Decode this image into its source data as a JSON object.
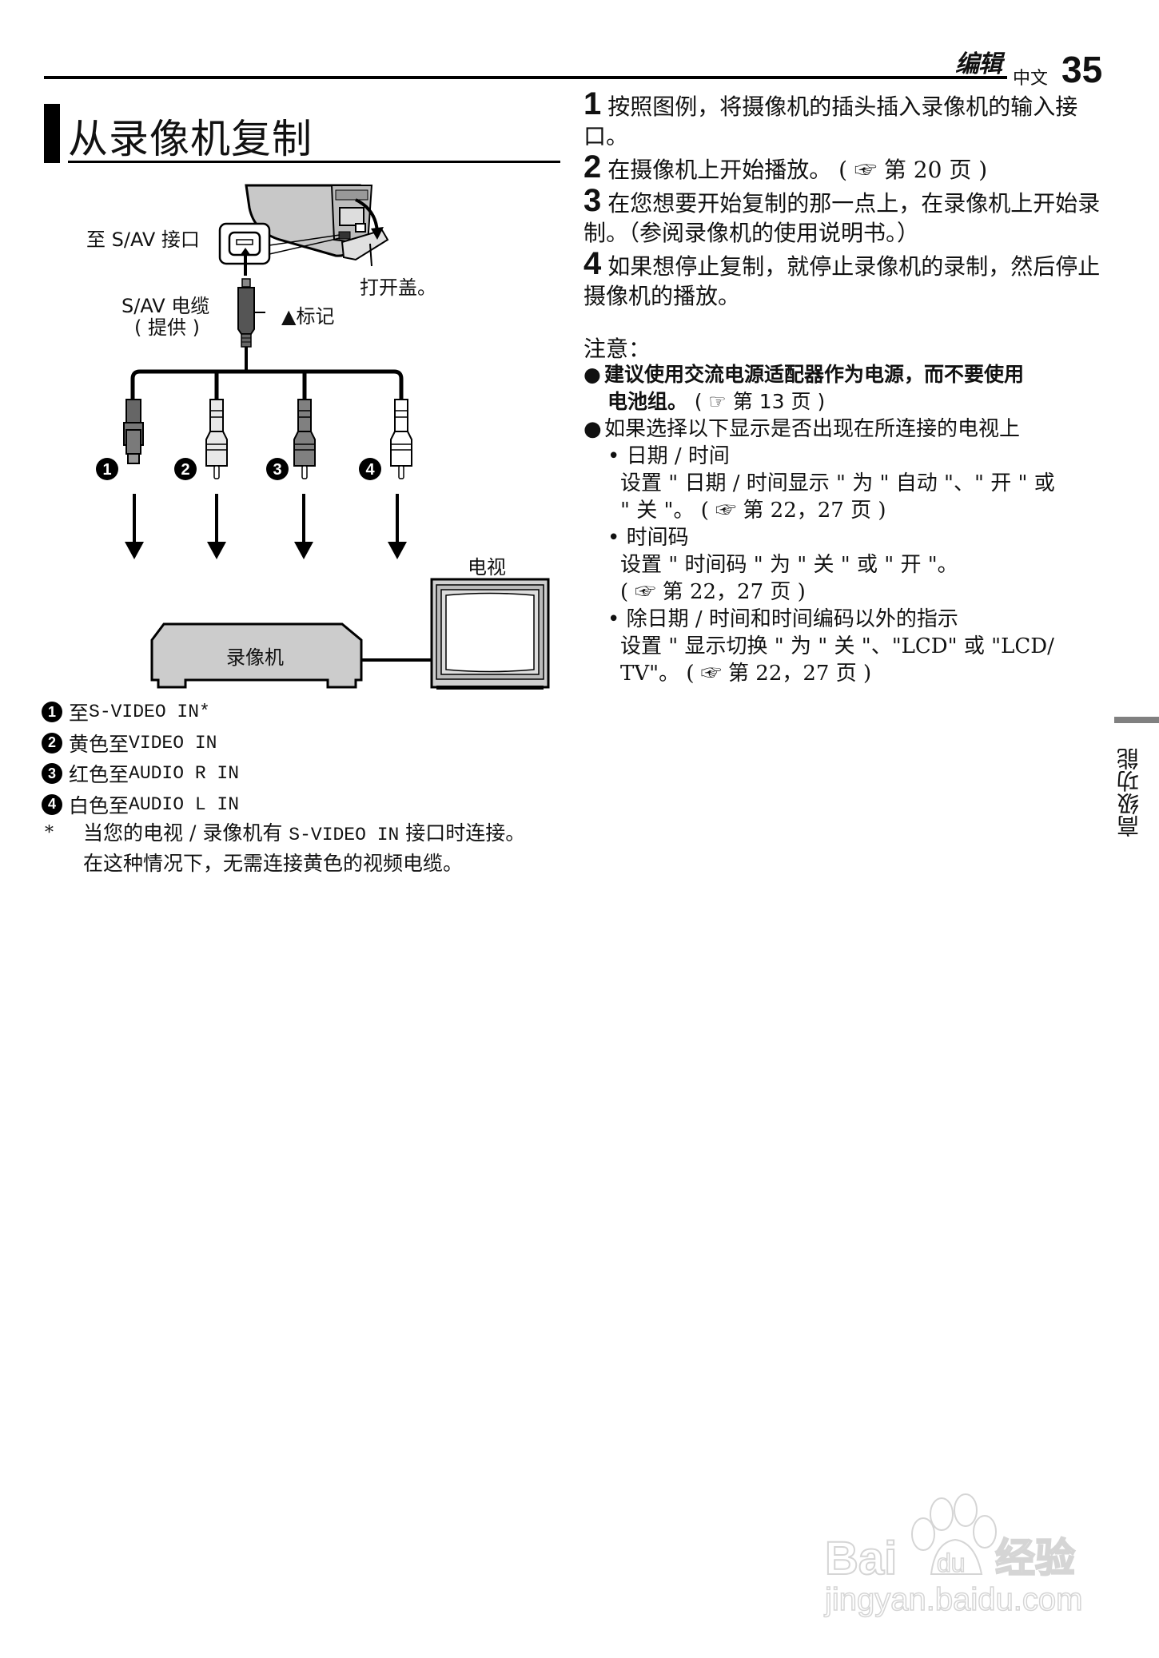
{
  "header": {
    "section": "编辑",
    "language": "中文",
    "page_number": "35"
  },
  "title": "从录像机复制",
  "diagram": {
    "labels": {
      "sav_port": "至 S/AV 接口",
      "sav_cable_line1": "S/AV 电缆",
      "sav_cable_line2": "( 提供 )",
      "mark": "▲标记",
      "open_cover": "打开盖。",
      "tv": "电视",
      "vcr": "录像机"
    },
    "plug_numbers": [
      "1",
      "2",
      "3",
      "4"
    ],
    "plug_fill_colors": [
      "#7a7a7a",
      "#e8e8e8",
      "#808080",
      "#ffffff"
    ]
  },
  "legend": {
    "items": [
      {
        "num": "1",
        "prefix": "至",
        "code": "S-VIDEO IN*"
      },
      {
        "num": "2",
        "prefix": "黄色至",
        "code": "VIDEO IN"
      },
      {
        "num": "3",
        "prefix": "红色至",
        "code": "AUDIO R IN"
      },
      {
        "num": "4",
        "prefix": "白色至",
        "code": "AUDIO L IN"
      }
    ],
    "footnote_marker": "*",
    "footnote_line1_a": "当您的电视 / 录像机有",
    "footnote_line1_code": "S-VIDEO IN",
    "footnote_line1_b": "接口时连接。",
    "footnote_line2": "在这种情况下，无需连接黄色的视频电缆。"
  },
  "steps": [
    {
      "num": "1",
      "text": "按照图例，将摄像机的插头插入录像机的输入接口。"
    },
    {
      "num": "2",
      "text": "在摄像机上开始播放。",
      "ref": "( ☞ 第 20 页 )"
    },
    {
      "num": "3",
      "text": "在您想要开始复制的那一点上，在录像机上开始录制。（参阅录像机的使用说明书。）"
    },
    {
      "num": "4",
      "text": "如果想停止复制，就停止录像机的录制，然后停止摄像机的播放。"
    }
  ],
  "notes": {
    "title": "注意：",
    "bullet1_line1": "建议使用交流电源适配器作为电源，而不要使用",
    "bullet1_line2": "电池组。",
    "bullet1_ref": "( ☞ 第 13 页 )",
    "bullet2": "如果选择以下显示是否出现在所连接的电视上",
    "sub": [
      {
        "label": "日期 / 时间",
        "line1": "设置 \" 日期 / 时间显示 \" 为 \" 自动 \"、\" 开 \" 或",
        "line2": "\" 关 \"。",
        "ref": "( ☞ 第 22，27 页 )"
      },
      {
        "label": "时间码",
        "line1": "设置 \" 时间码 \" 为 \" 关 \" 或 \" 开 \"。",
        "line2": "",
        "ref": "( ☞ 第 22，27 页 )"
      },
      {
        "label": "除日期 / 时间和时间编码以外的指示",
        "line1": "设置 \" 显示切换 \" 为 \" 关 \"、\"LCD\" 或 \"LCD/",
        "line2": "TV\"。",
        "ref": "( ☞ 第 22，27 页 )"
      }
    ]
  },
  "side_tab": "高级功能",
  "watermark": {
    "brand": "Bai",
    "paw_text": "du",
    "cn": "经验",
    "url": "jingyan.baidu.com"
  },
  "colors": {
    "text": "#111111",
    "rule": "#000000",
    "side_tab_bar": "#808080",
    "device_fill": "#cccccc"
  }
}
